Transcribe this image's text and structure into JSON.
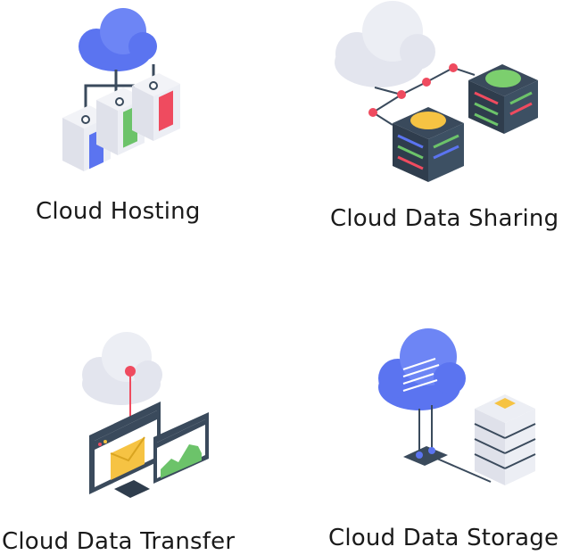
{
  "tiles": {
    "hosting": {
      "label": "Cloud Hosting"
    },
    "sharing": {
      "label": "Cloud Data Sharing"
    },
    "transfer": {
      "label": "Cloud Data Transfer"
    },
    "storage": {
      "label": "Cloud Data Storage"
    }
  },
  "colors": {
    "cloud_blue": "#5b74f0",
    "cloud_gray": "#e6e7ee",
    "server_dark": "#3a4a5c",
    "accent_red": "#ef4b5f",
    "accent_green": "#6cc36a",
    "accent_yellow": "#f6c343",
    "line": "#3a4a5c"
  }
}
